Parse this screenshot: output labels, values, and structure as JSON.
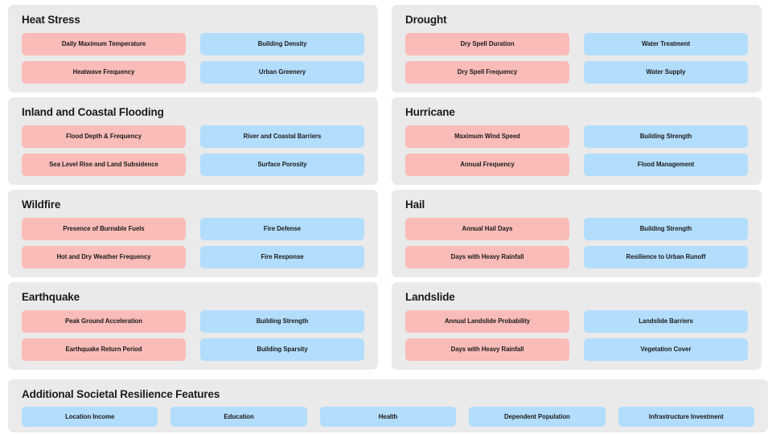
{
  "theme": {
    "page_background": "#ffffff",
    "card_background": "#eaeaea",
    "hazard_chip_color": "#fabcb8",
    "resilience_chip_color": "#b3ddfc",
    "text_color": "#1b1b1b"
  },
  "cards": [
    {
      "title": "Heat Stress",
      "hazard_chips": [
        "Daily Maximum Temperature",
        "Heatwave Frequency"
      ],
      "resilience_chips": [
        "Building Density",
        "Urban Greenery"
      ]
    },
    {
      "title": "Drought",
      "hazard_chips": [
        "Dry Spell Duration",
        "Dry Spell Frequency"
      ],
      "resilience_chips": [
        "Water Treatment",
        "Water Supply"
      ]
    },
    {
      "title": "Inland and Coastal Flooding",
      "hazard_chips": [
        "Flood Depth & Frequency",
        "Sea Level Rise and Land Subsidence"
      ],
      "resilience_chips": [
        "River and Coastal Barriers",
        "Surface Porosity"
      ]
    },
    {
      "title": "Hurricane",
      "hazard_chips": [
        "Maximum Wind Speed",
        "Annual Frequency"
      ],
      "resilience_chips": [
        "Building Strength",
        "Flood Management"
      ]
    },
    {
      "title": "Wildfire",
      "hazard_chips": [
        "Presence of Burnable Fuels",
        "Hot and Dry Weather Frequency"
      ],
      "resilience_chips": [
        "Fire Defense",
        "Fire Response"
      ]
    },
    {
      "title": "Hail",
      "hazard_chips": [
        "Annual Hail Days",
        "Days with Heavy Rainfall"
      ],
      "resilience_chips": [
        "Building Strength",
        "Resilience to Urban Runoff"
      ]
    },
    {
      "title": "Earthquake",
      "hazard_chips": [
        "Peak Ground Acceleration",
        "Earthquake Return Period"
      ],
      "resilience_chips": [
        "Building Strength",
        "Building Sparsity"
      ]
    },
    {
      "title": "Landslide",
      "hazard_chips": [
        "Annual Landslide Probability",
        "Days with Heavy Rainfall"
      ],
      "resilience_chips": [
        "Landslide Barriers",
        "Vegetation Cover"
      ]
    }
  ],
  "societal": {
    "title": "Additional Societal Resilience Features",
    "chips": [
      "Location Income",
      "Education",
      "Health",
      "Dependent Population",
      "Infrastructure Investment"
    ]
  }
}
